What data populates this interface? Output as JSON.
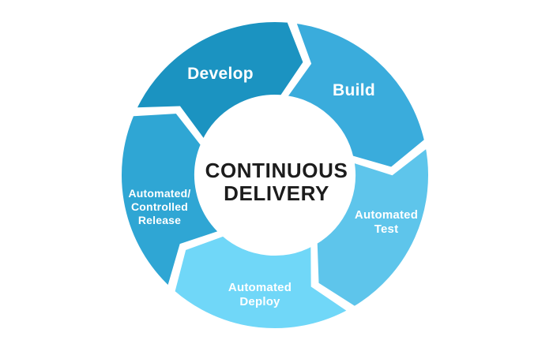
{
  "diagram": {
    "kind": "continuous-delivery-cycle",
    "background_color": "#ffffff",
    "divider_color": "#ffffff",
    "label_color": "#ffffff",
    "title": {
      "full": "CONTINUOUS DELIVERY",
      "line1": "CONTINUOUS",
      "line2": "DELIVERY",
      "color": "#1c1c1c"
    },
    "segments": [
      {
        "id": "develop",
        "label": "Develop",
        "lines": [
          "Develop"
        ],
        "color": "#1b93c1",
        "order": 1
      },
      {
        "id": "build",
        "label": "Build",
        "lines": [
          "Build"
        ],
        "color": "#3aacdc",
        "order": 2
      },
      {
        "id": "automated-test",
        "label": "Automated Test",
        "lines": [
          "Automated",
          "Test"
        ],
        "color": "#5ec5eb",
        "order": 3
      },
      {
        "id": "automated-deploy",
        "label": "Automated Deploy",
        "lines": [
          "Automated",
          "Deploy"
        ],
        "color": "#70d7f8",
        "order": 4
      },
      {
        "id": "automated-controlled-release",
        "label": "Automated/Controlled Release",
        "lines": [
          "Automated/",
          "Controlled",
          "Release"
        ],
        "color": "#2fa6d4",
        "order": 5
      }
    ]
  }
}
